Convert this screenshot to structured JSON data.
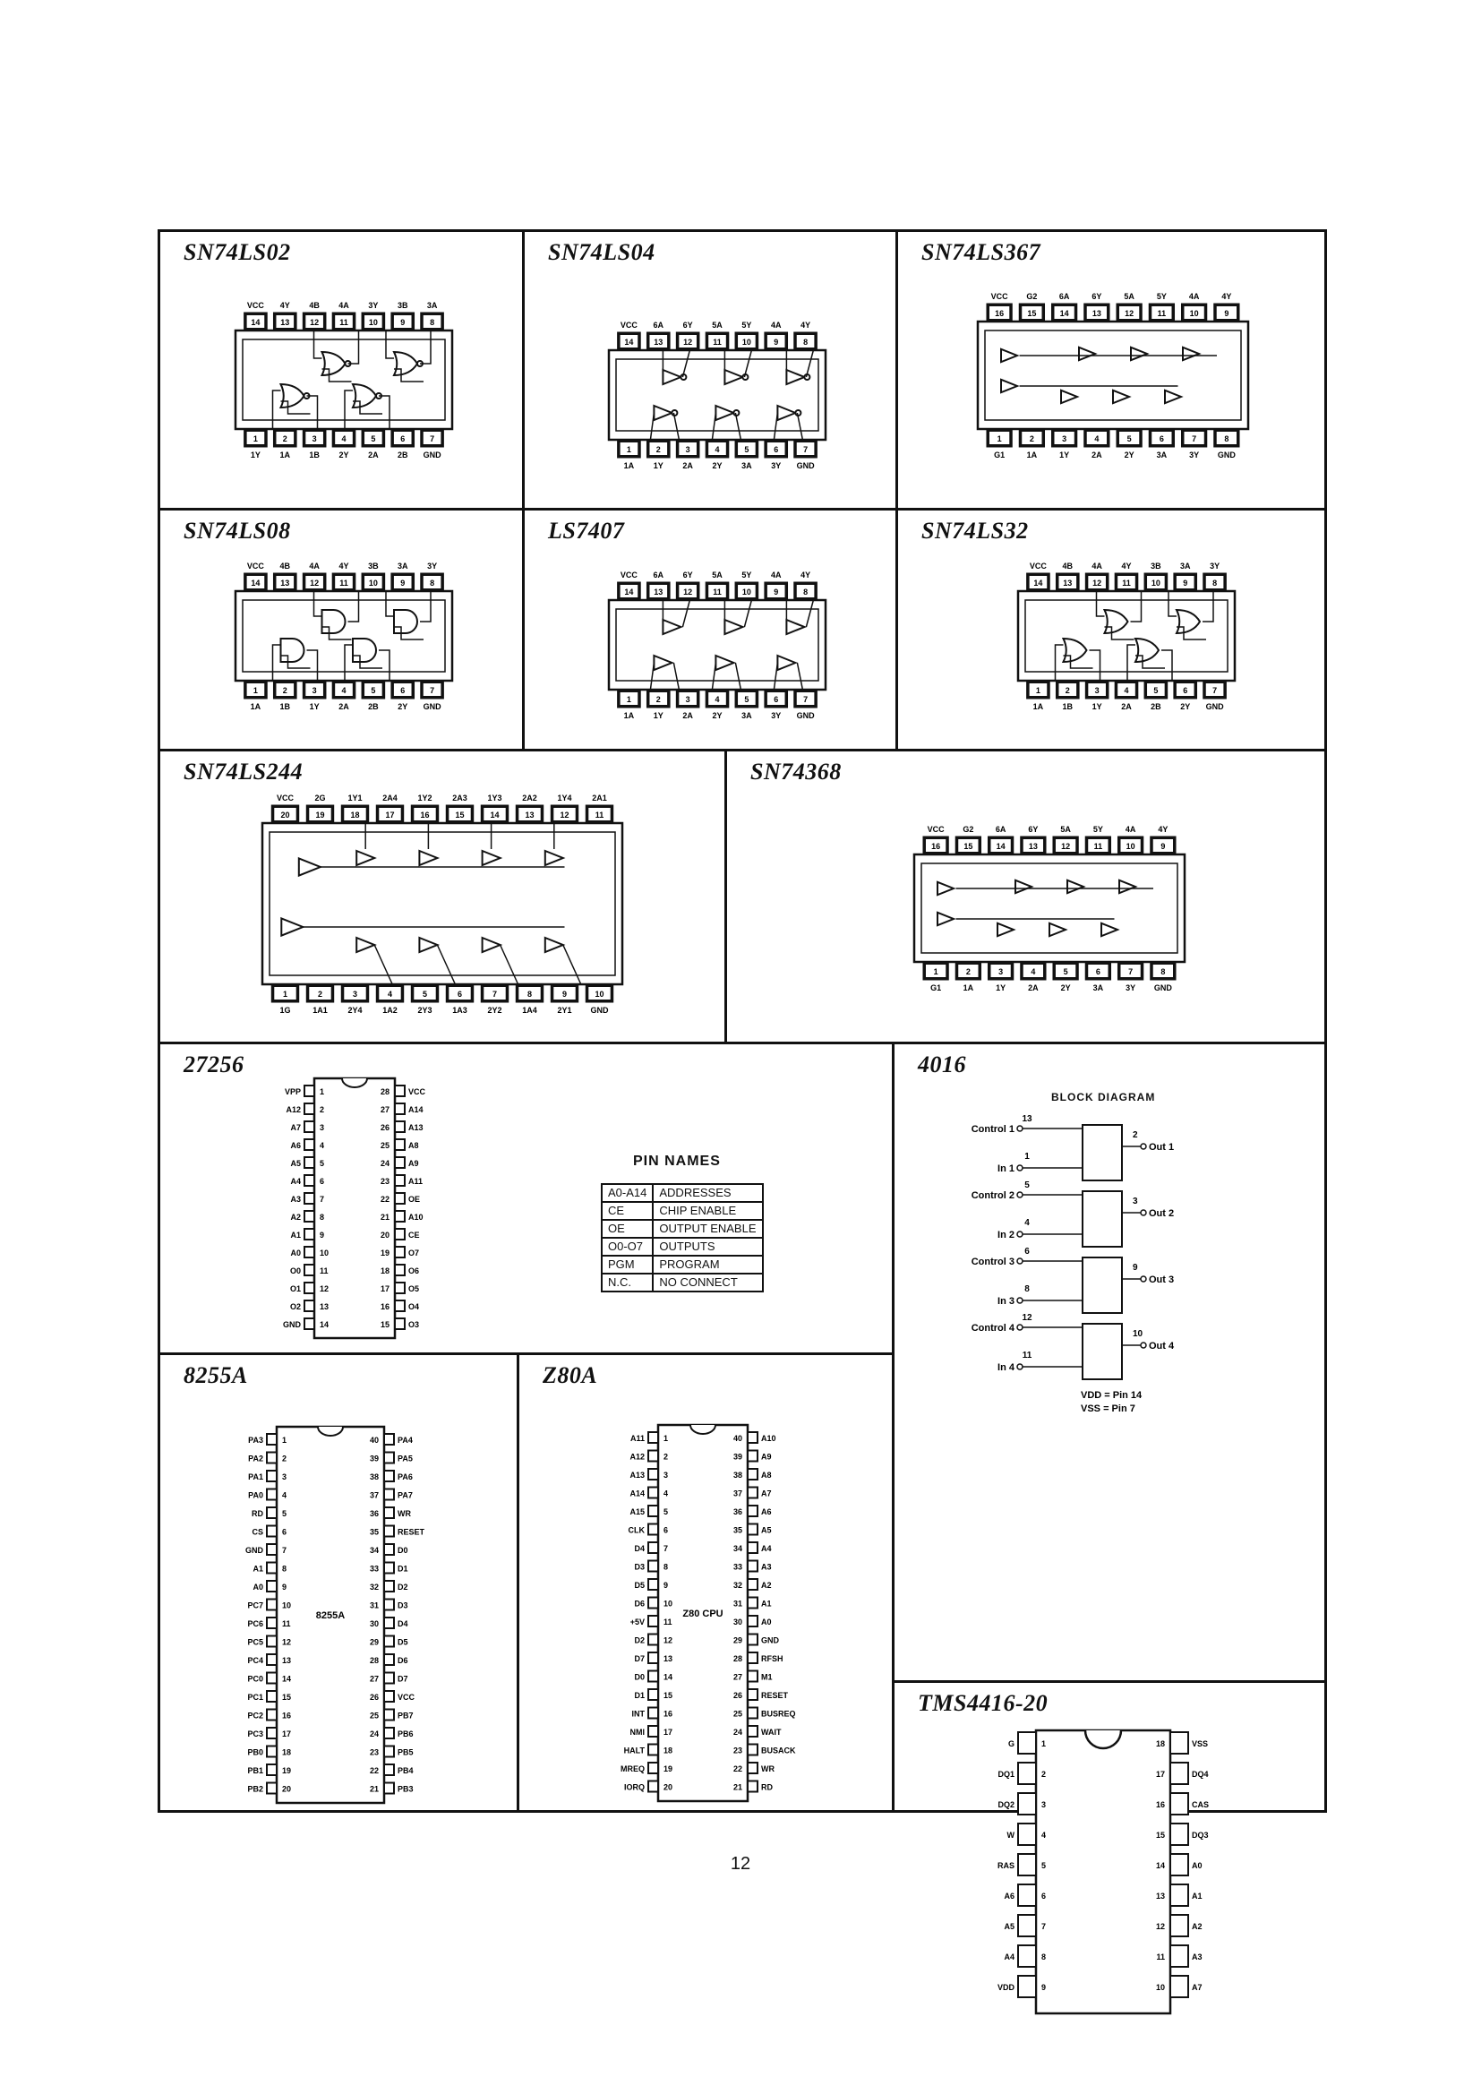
{
  "page_number": "12",
  "chips": {
    "sn74ls02": {
      "name": "SN74LS02"
    },
    "sn74ls04": {
      "name": "SN74LS04"
    },
    "sn74ls367": {
      "name": "SN74LS367"
    },
    "sn74ls08": {
      "name": "SN74LS08"
    },
    "ls7407": {
      "name": "LS7407"
    },
    "sn74ls32": {
      "name": "SN74LS32"
    },
    "sn74ls244": {
      "name": "SN74LS244"
    },
    "sn74368": {
      "name": "SN74368"
    },
    "c27256": {
      "name": "27256",
      "left_pins": [
        "VPP",
        "A12",
        "A7",
        "A6",
        "A5",
        "A4",
        "A3",
        "A2",
        "A1",
        "A0",
        "O0",
        "O1",
        "O2",
        "GND"
      ],
      "right_pins": [
        "VCC",
        "A14",
        "A13",
        "A8",
        "A9",
        "A11",
        "OE",
        "A10",
        "CE",
        "O7",
        "O6",
        "O5",
        "O4",
        "O3"
      ],
      "pin_names_title": "PIN NAMES",
      "pin_names": [
        [
          "A0-A14",
          "ADDRESSES"
        ],
        [
          "CE",
          "CHIP ENABLE"
        ],
        [
          "OE",
          "OUTPUT ENABLE"
        ],
        [
          "O0-O7",
          "OUTPUTS"
        ],
        [
          "PGM",
          "PROGRAM"
        ],
        [
          "N.C.",
          "NO CONNECT"
        ]
      ]
    },
    "c4016": {
      "name": "4016",
      "block_diagram_title": "BLOCK DIAGRAM",
      "blocks": [
        {
          "control": "Control 1",
          "control_pin": "13",
          "in": "In 1",
          "in_pin": "1",
          "out": "Out 1",
          "out_pin": "2"
        },
        {
          "control": "Control 2",
          "control_pin": "5",
          "in": "In 2",
          "in_pin": "4",
          "out": "Out 2",
          "out_pin": "3"
        },
        {
          "control": "Control 3",
          "control_pin": "6",
          "in": "In 3",
          "in_pin": "8",
          "out": "Out 3",
          "out_pin": "9"
        },
        {
          "control": "Control 4",
          "control_pin": "12",
          "in": "In 4",
          "in_pin": "11",
          "out": "Out 4",
          "out_pin": "10"
        }
      ],
      "vdd_note": "VDD = Pin 14",
      "vss_note": "VSS = Pin 7"
    },
    "c8255a": {
      "name": "8255A",
      "body_label": "8255A",
      "left_pins": [
        "PA3",
        "PA2",
        "PA1",
        "PA0",
        "RD",
        "CS",
        "GND",
        "A1",
        "A0",
        "PC7",
        "PC6",
        "PC5",
        "PC4",
        "PC0",
        "PC1",
        "PC2",
        "PC3",
        "PB0",
        "PB1",
        "PB2"
      ],
      "right_pins": [
        "PA4",
        "PA5",
        "PA6",
        "PA7",
        "WR",
        "RESET",
        "D0",
        "D1",
        "D2",
        "D3",
        "D4",
        "D5",
        "D6",
        "D7",
        "VCC",
        "PB7",
        "PB6",
        "PB5",
        "PB4",
        "PB3"
      ]
    },
    "z80a": {
      "name": "Z80A",
      "body_label": "Z80 CPU",
      "left_pins": [
        "A11",
        "A12",
        "A13",
        "A14",
        "A15",
        "CLK",
        "D4",
        "D3",
        "D5",
        "D6",
        "+5V",
        "D2",
        "D7",
        "D0",
        "D1",
        "INT",
        "NMI",
        "HALT",
        "MREQ",
        "IORQ"
      ],
      "right_pins": [
        "A10",
        "A9",
        "A8",
        "A7",
        "A6",
        "A5",
        "A4",
        "A3",
        "A2",
        "A1",
        "A0",
        "GND",
        "RFSH",
        "M1",
        "RESET",
        "BUSREQ",
        "WAIT",
        "BUSACK",
        "WR",
        "RD"
      ]
    },
    "tms4416": {
      "name": "TMS4416-20",
      "left_pins": [
        "G",
        "DQ1",
        "DQ2",
        "W",
        "RAS",
        "A6",
        "A5",
        "A4",
        "VDD"
      ],
      "right_pins": [
        "VSS",
        "DQ4",
        "CAS",
        "DQ3",
        "A0",
        "A1",
        "A2",
        "A3",
        "A7"
      ]
    }
  },
  "dip_labels": {
    "sn74ls02": {
      "top": [
        "VCC",
        "4Y",
        "4B",
        "4A",
        "3Y",
        "3B",
        "3A"
      ],
      "bottom": [
        "1Y",
        "1A",
        "1B",
        "2Y",
        "2A",
        "2B",
        "GND"
      ]
    },
    "sn74ls04": {
      "top": [
        "VCC",
        "6A",
        "6Y",
        "5A",
        "5Y",
        "4A",
        "4Y"
      ],
      "bottom": [
        "1A",
        "1Y",
        "2A",
        "2Y",
        "3A",
        "3Y",
        "GND"
      ]
    },
    "sn74ls367": {
      "top": [
        "VCC",
        "G2",
        "6A",
        "6Y",
        "5A",
        "5Y",
        "4A",
        "4Y"
      ],
      "bottom": [
        "G1",
        "1A",
        "1Y",
        "2A",
        "2Y",
        "3A",
        "3Y",
        "GND"
      ]
    },
    "sn74ls08": {
      "top": [
        "VCC",
        "4B",
        "4A",
        "4Y",
        "3B",
        "3A",
        "3Y"
      ],
      "bottom": [
        "1A",
        "1B",
        "1Y",
        "2A",
        "2B",
        "2Y",
        "GND"
      ]
    },
    "ls7407": {
      "top": [
        "VCC",
        "6A",
        "6Y",
        "5A",
        "5Y",
        "4A",
        "4Y"
      ],
      "bottom": [
        "1A",
        "1Y",
        "2A",
        "2Y",
        "3A",
        "3Y",
        "GND"
      ]
    },
    "sn74ls32": {
      "top": [
        "VCC",
        "4B",
        "4A",
        "4Y",
        "3B",
        "3A",
        "3Y"
      ],
      "bottom": [
        "1A",
        "1B",
        "1Y",
        "2A",
        "2B",
        "2Y",
        "GND"
      ]
    },
    "sn74ls244": {
      "top": [
        "VCC",
        "2G",
        "1Y1",
        "2A4",
        "1Y2",
        "2A3",
        "1Y3",
        "2A2",
        "1Y4",
        "2A1"
      ],
      "bottom": [
        "1G",
        "1A1",
        "2Y4",
        "1A2",
        "2Y3",
        "1A3",
        "2Y2",
        "1A4",
        "2Y1",
        "GND"
      ]
    },
    "sn74368": {
      "top": [
        "VCC",
        "G2",
        "6A",
        "6Y",
        "5A",
        "5Y",
        "4A",
        "4Y"
      ],
      "bottom": [
        "G1",
        "1A",
        "1Y",
        "2A",
        "2Y",
        "3A",
        "3Y",
        "GND"
      ]
    }
  }
}
